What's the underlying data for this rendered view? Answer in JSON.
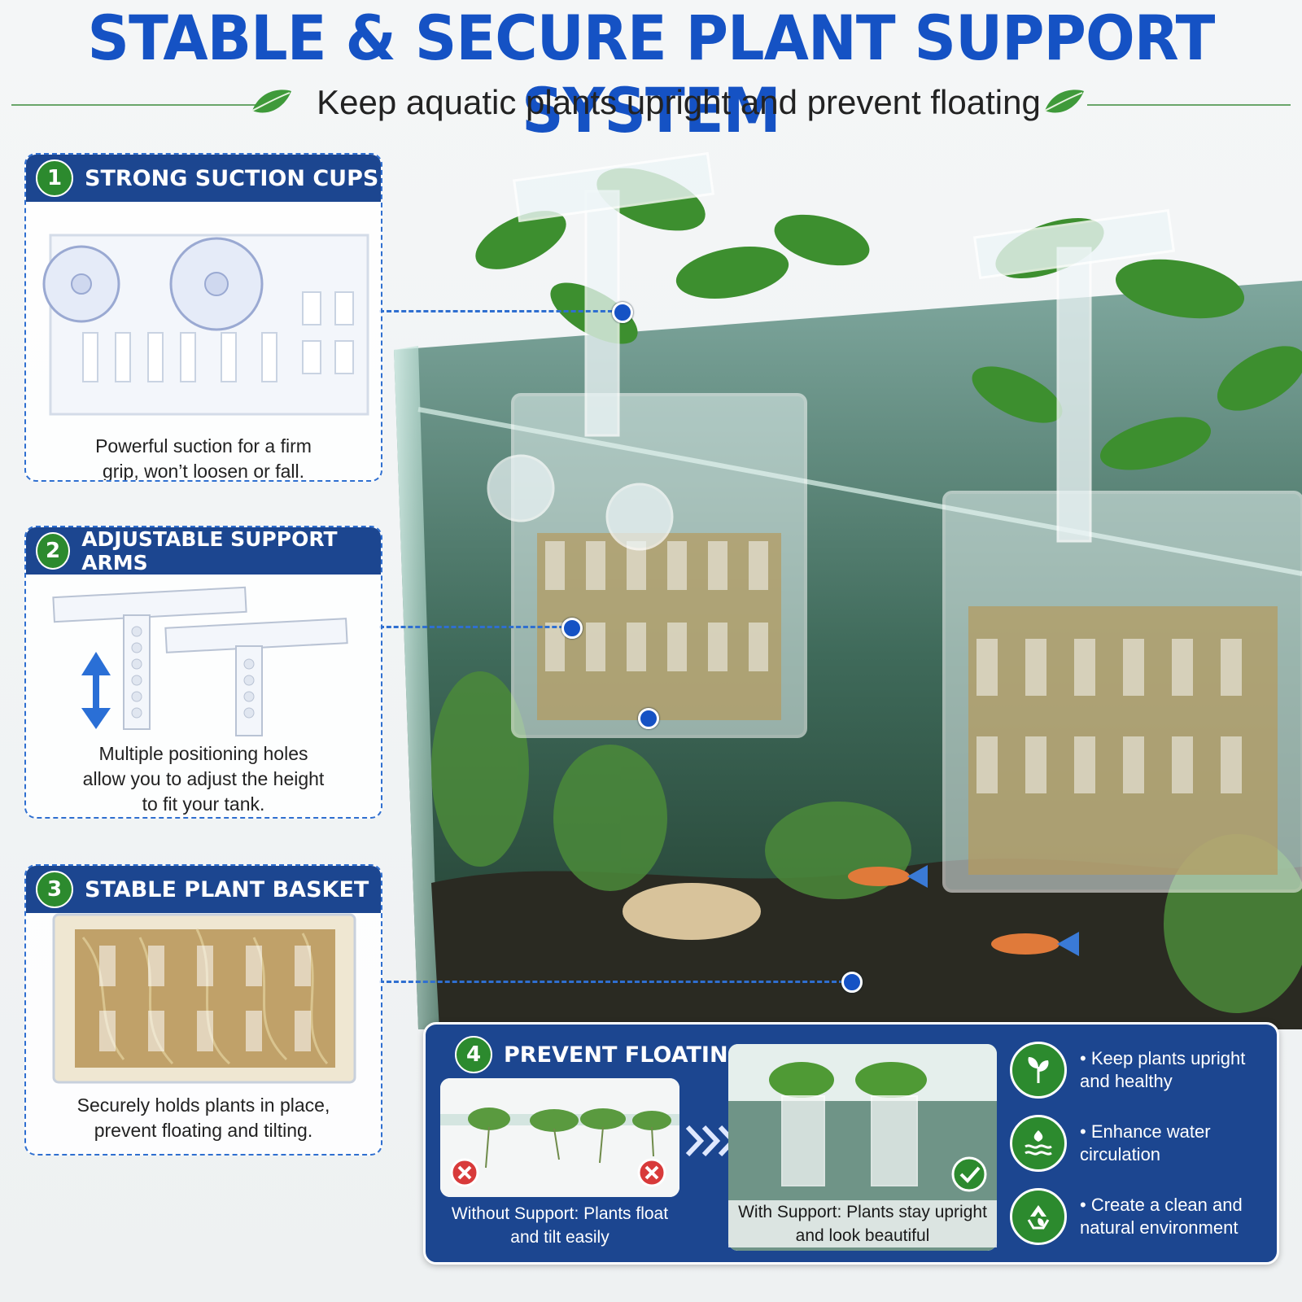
{
  "header": {
    "title": "STABLE & SECURE PLANT SUPPORT SYSTEM",
    "subtitle": "Keep aquatic plants upright and prevent floating"
  },
  "features": [
    {
      "number": "1",
      "title": "STRONG SUCTION CUPS",
      "description_lines": [
        "Powerful suction for a firm",
        "grip, won’t loosen or fall."
      ]
    },
    {
      "number": "2",
      "title": "ADJUSTABLE SUPPORT ARMS",
      "description_lines": [
        "Multiple positioning holes",
        "allow you to adjust the height",
        "to fit your tank."
      ]
    },
    {
      "number": "3",
      "title": "STABLE PLANT BASKET",
      "description_lines": [
        "Securely holds plants in place,",
        "prevent floating and tilting."
      ]
    }
  ],
  "prevent_floating": {
    "number": "4",
    "title": "PREVENT FLOATING",
    "without_caption": [
      "Without Support: Plants float",
      "and tilt easily"
    ],
    "with_caption": [
      "With Support: Plants stay upright",
      "and look beautiful"
    ],
    "arrow_icon": "triple-chevron-right-icon",
    "wrong_icon": "red-x-icon",
    "right_icon": "green-check-icon"
  },
  "benefits": [
    {
      "icon": "sprout-icon",
      "lines": [
        "• Keep plants upright",
        "and healthy"
      ]
    },
    {
      "icon": "water-waves-icon",
      "lines": [
        "• Enhance water",
        "circulation"
      ]
    },
    {
      "icon": "recycle-leaf-icon",
      "lines": [
        "• Create a clean and",
        "natural environment"
      ]
    }
  ],
  "colors": {
    "brand_blue": "#1552c4",
    "panel_navy": "#1c4690",
    "accent_green": "#2c8a2e"
  }
}
